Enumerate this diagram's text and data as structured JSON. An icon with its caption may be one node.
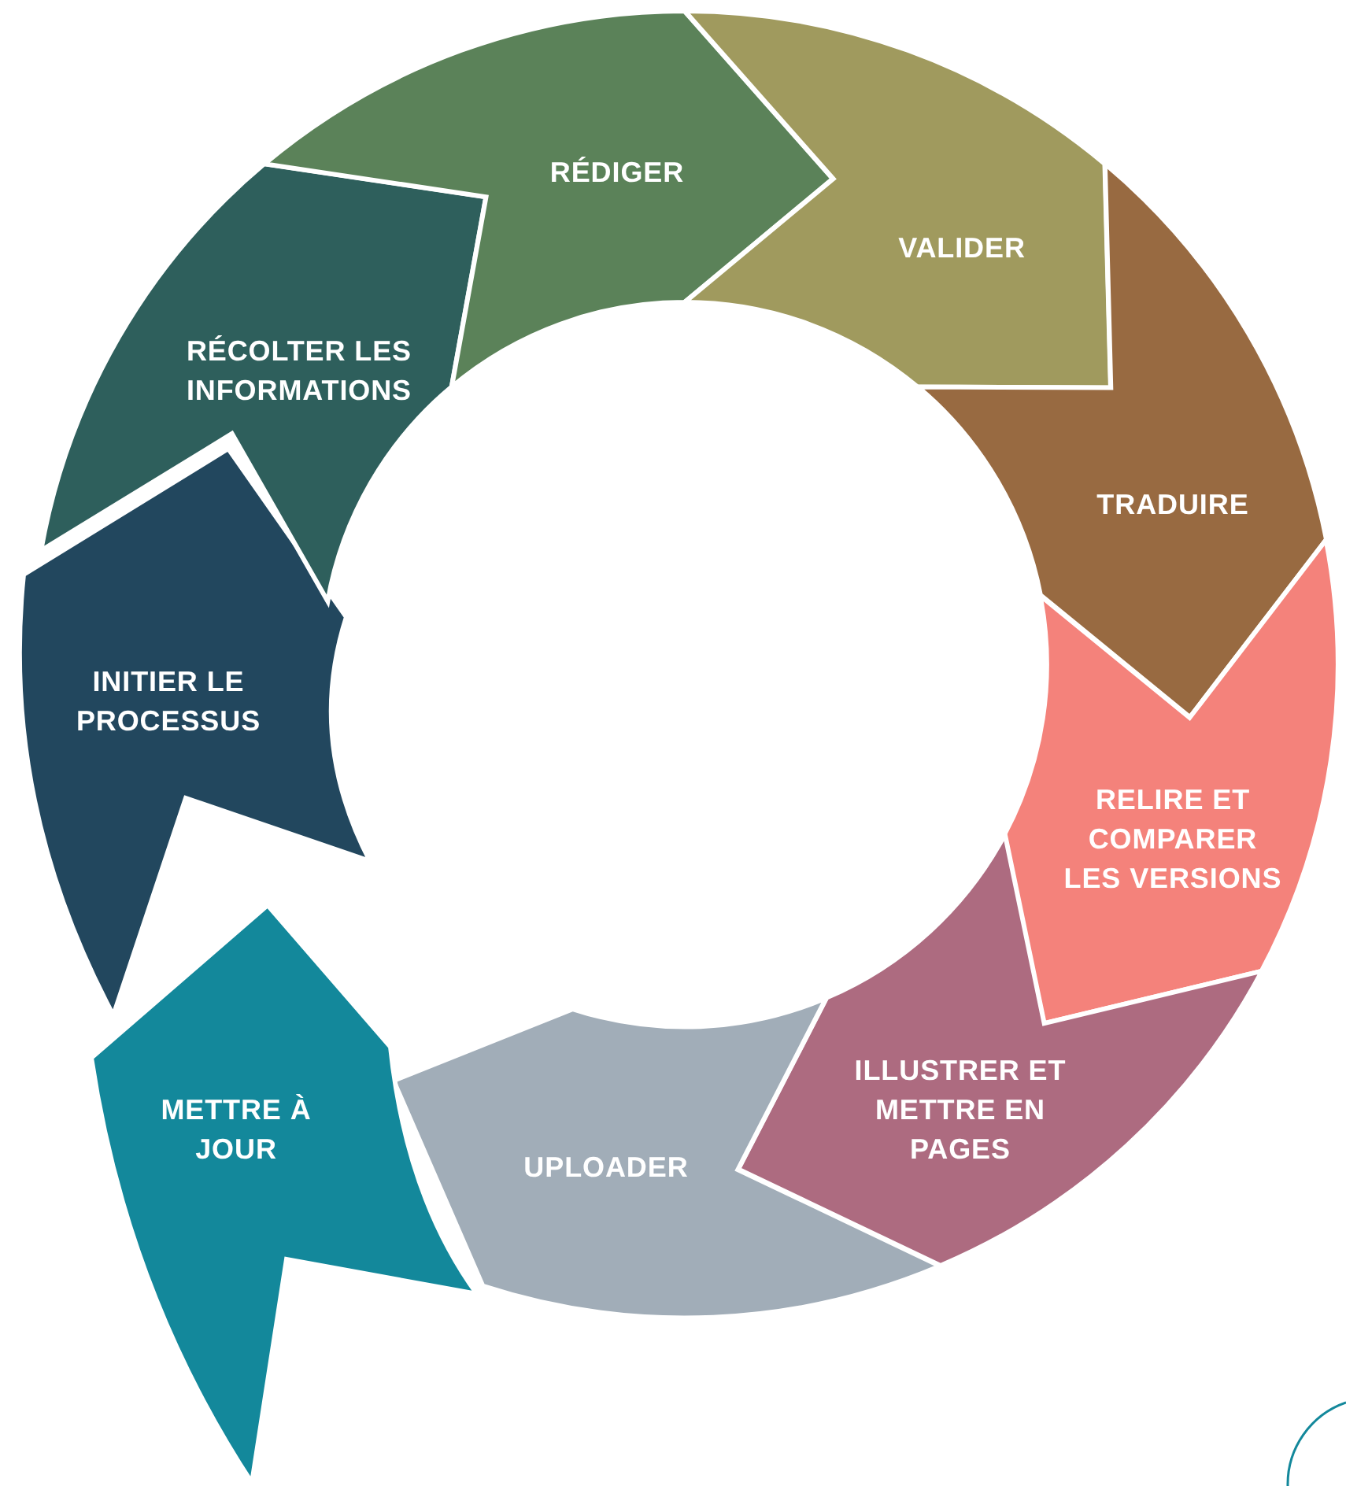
{
  "diagram": {
    "nodes": [
      {
        "text": [
          "INITIER LE PROCESSUS"
        ]
      },
      {
        "text": [
          "RÉCOLTER LES INFORMATIONS"
        ]
      },
      {
        "text": [
          "RÉDIGER"
        ]
      },
      {
        "text": [
          "VALIDER"
        ]
      },
      {
        "text": [
          "TRADUIRE"
        ]
      },
      {
        "text": [
          "RELIRE ET COMPARER LES VERSIONS"
        ]
      },
      {
        "text": [
          "ILLUSTRER ET METTRE EN PAGES"
        ]
      },
      {
        "text": [
          "UPLOADER"
        ]
      },
      {
        "text": [
          "METTRE À JOUR"
        ]
      }
    ]
  }
}
